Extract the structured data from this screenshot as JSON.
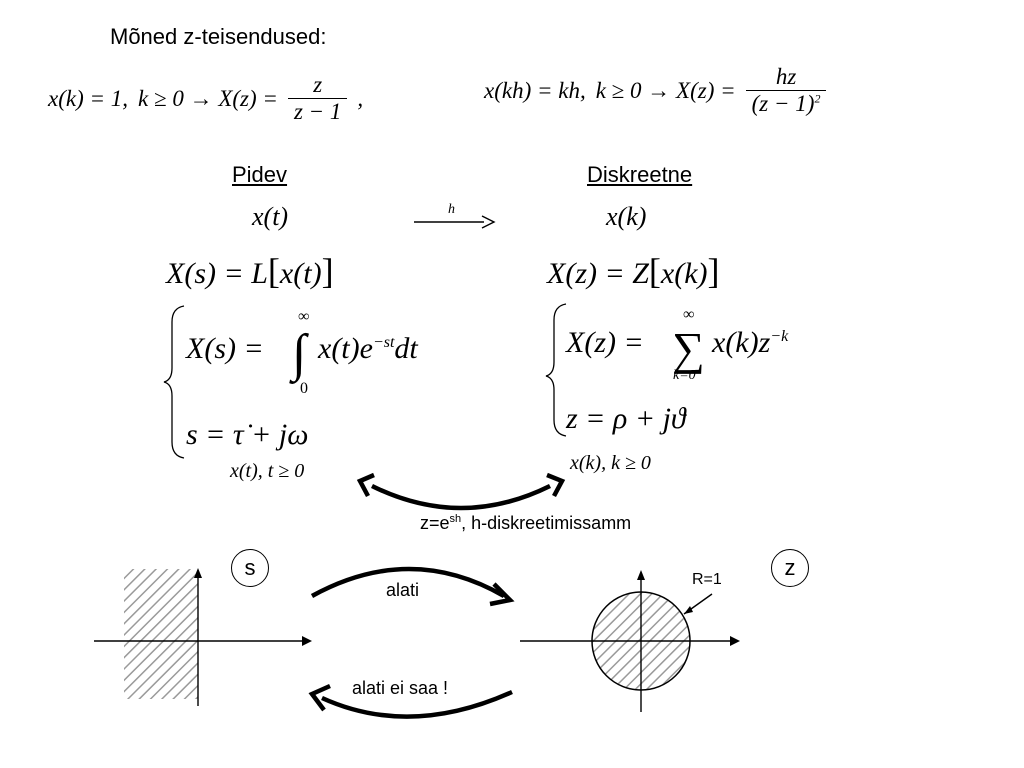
{
  "title": "Mõned z-teisendused:",
  "formula_unit_step": {
    "lhs": "x(k) = 1,",
    "cond": "k ≥ 0 → X(z) =",
    "num": "z",
    "den": "z − 1",
    "trail": ","
  },
  "formula_ramp": {
    "lhs": "x(kh) = kh,",
    "cond": "k ≥ 0 → X(z) =",
    "num": "hz",
    "den": "(z − 1)",
    "den_exp": "2"
  },
  "continuous": {
    "heading": "Pidev",
    "signal": "x(t)",
    "transform": "X(s) = L",
    "transform_arg": "x(t)",
    "integral_lhs": "X(s) =",
    "integral_upper": "∞",
    "integral_lower": "0",
    "integrand": "x(t)e",
    "integrand_exp": "−st",
    "differential": "dt",
    "var_def": "s = τ̇ + jω",
    "condition": "x(t),  t ≥ 0"
  },
  "discrete": {
    "heading": "Diskreetne",
    "signal": "x(k)",
    "transform": "X(z) = Z",
    "transform_arg": "x(k)",
    "sum_lhs": "X(z) =",
    "sum_upper": "∞",
    "sum_lower": "k=0",
    "summand": "x(k)z",
    "summand_exp": "−k",
    "var_def": "z = ρ + jϑ",
    "condition": "x(k),  k ≥ 0"
  },
  "sampling_arrow_label": "h",
  "mapping": {
    "relation": "z=e",
    "relation_exp": "sh",
    "relation_rest": ",  h-diskreetimissamm"
  },
  "s_plane_label": "s",
  "z_plane_label": "z",
  "radius_label": "R=1",
  "forward_label": "alati",
  "backward_label": "alati ei saa !"
}
